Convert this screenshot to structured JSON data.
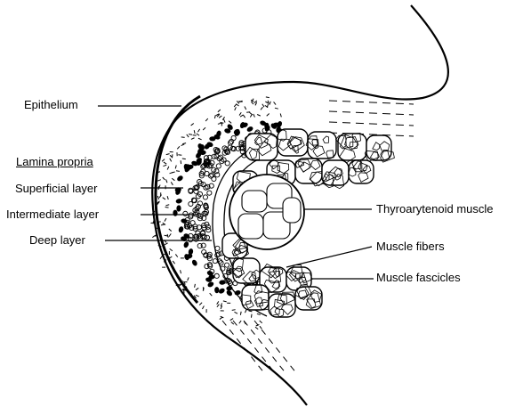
{
  "labels": {
    "epithelium": "Epithelium",
    "lamina_propria": "Lamina propria",
    "superficial_layer": "Superficial layer",
    "intermediate_layer": "Intermediate layer",
    "deep_layer": "Deep layer",
    "thyroarytenoid_muscle": "Thyroarytenoid muscle",
    "muscle_fibers": "Muscle fibers",
    "muscle_fascicles": "Muscle fascicles"
  },
  "colors": {
    "ink": "#000000",
    "background": "#ffffff"
  }
}
